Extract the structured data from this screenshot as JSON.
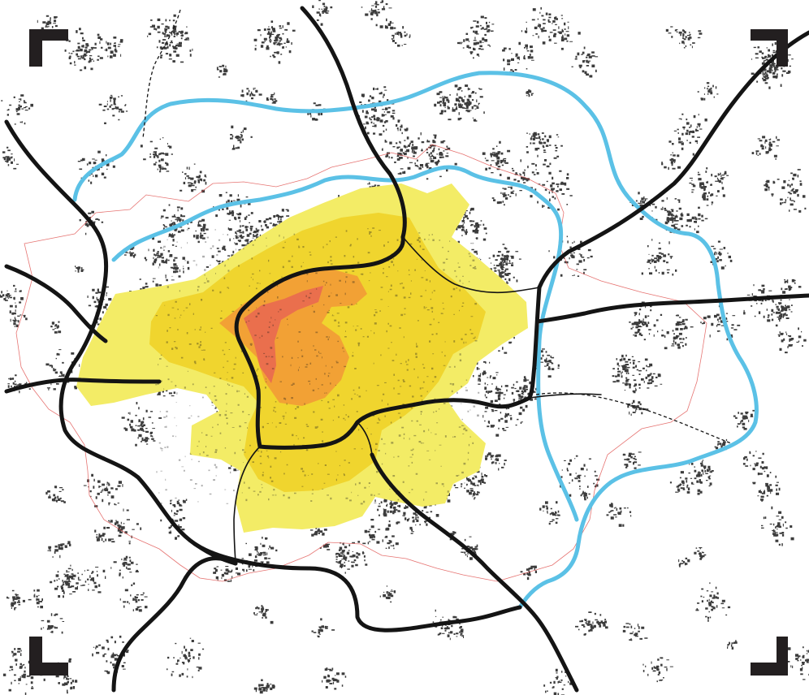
{
  "map": {
    "colors": {
      "background": "#ffffff",
      "buildings": "#1a1a1a",
      "roads": "#141414",
      "ring_road": "#5bc1e6",
      "admin_boundary": "#e0514f",
      "urban_outer": "#f3ec66",
      "urban_mid": "#f0d52e",
      "urban_core": "#f2a135",
      "urban_center": "#ea6f4d",
      "frame_marks": "#231f20"
    },
    "layers": [
      "building-footprints",
      "admin-boundary",
      "urban-density-zones",
      "ring-road",
      "highways",
      "railways",
      "frame-corners"
    ]
  }
}
